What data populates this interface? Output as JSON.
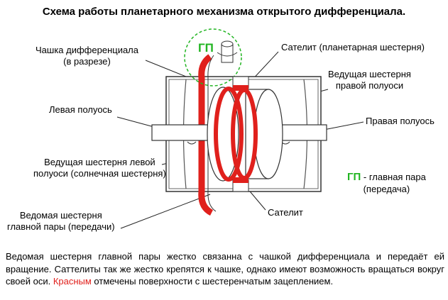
{
  "title": "Схема работы планетарного механизма открытого дифференциала.",
  "labels": {
    "cup_line1": "Чашка дифференциала",
    "cup_line2": "(в разрезе)",
    "left_axle": "Левая полуось",
    "left_gear_line1": "Ведущая шестерня левой",
    "left_gear_line2": "полуоси (солнечная шестерня)",
    "driven_line1": "Ведомая шестерня",
    "driven_line2": "главной пары (передачи)",
    "satellite_top": "Сателит (планетарная шестерня)",
    "right_gear_line1": "Ведущая шестерня",
    "right_gear_line2": "правой полуоси",
    "right_axle": "Правая полуось",
    "satellite_bottom": "Сателит",
    "gp_badge": "ГП"
  },
  "legend": {
    "abbr": "ГП",
    "dash": " - главная пара",
    "line2": "(передача)"
  },
  "caption": {
    "part1": "Ведомая шестерня главной пары жестко связанна с чашкой дифференциала и передаёт ей вращение. Саттелиты  так же жестко крепятся к чашке, однако имеют возможность вращаться вокруг своей оси. ",
    "red_word": "Красным",
    "part2": " отмечены поверхности с шестеренчатым зацеплением."
  },
  "colors": {
    "gear_red": "#e0201c",
    "badge_green": "#22b522",
    "outline": "#333333"
  }
}
